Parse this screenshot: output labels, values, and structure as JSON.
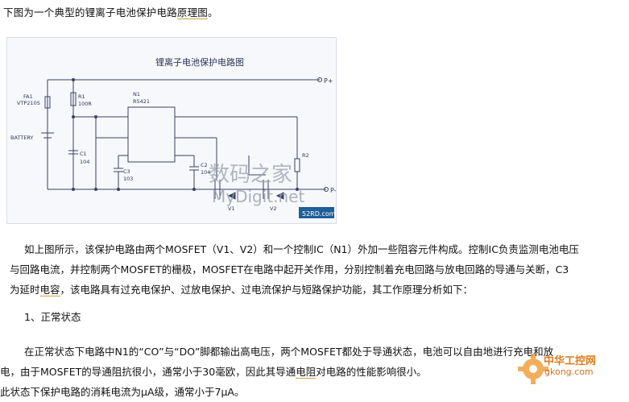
{
  "intro": {
    "before": "下图为一个典型的锂离子电池保护电路",
    "link": "原理图",
    "after": "。"
  },
  "diagram": {
    "title": "锂离子电池保护电路图",
    "labels": {
      "pplus": "P+",
      "pminus": "P-",
      "fa1": "FA1",
      "fa1_part": "VTP210S",
      "r1": "R1",
      "r1_val": "100R",
      "n1": "N1",
      "n1_part": "R5421",
      "battery": "BATTERY",
      "c1": "C1",
      "c1_val": "104",
      "c3": "C3",
      "c3_val": "103",
      "c2": "C2",
      "c2_val": "104",
      "r2": "R2",
      "v1": "V1",
      "v2": "V2",
      "watermark_cn": "数码之家",
      "watermark_url": "MyDigit.net",
      "watermark_badge": "52RD.com"
    }
  },
  "paragraph1": {
    "line1": "如上图所示，该保护电路由两个MOSFET（V1、V2）和一个控制IC（N1）外加一些阻容元件构成。控制IC负责监测电池电压",
    "line2": "与回路电流，并控制两个MOSFET的栅极，MOSFET在电路中起开关作用，分别控制着充电回路与放电回路的导通与关断，C3",
    "line3_a": "为延时",
    "line3_link": "电容",
    "line3_b": "，该电路具有过充电保护、过放电保护、过电流保护与短路保护功能，其工作原理分析如下："
  },
  "heading": "1、正常状态",
  "paragraph2": {
    "line1": "在正常状态下电路中N1的“CO”与“DO”脚都输出高电压，两个MOSFET都处于导通状态，电池可以自由地进行充电和放",
    "line2_a": "电，由于MOSFET的导通阻抗很小，通常小于30毫欧，因此其导通",
    "line2_link": "电阻",
    "line2_b": "对电路的性能影响很小。",
    "line3": "此状态下保护电路的消耗电流为μA级，通常小于7μA。"
  },
  "corner_watermark": {
    "name": "中华工控网",
    "url": "gkong.com"
  },
  "colors": {
    "underline": "#c9a24a",
    "watermark": "#e07a1a"
  }
}
